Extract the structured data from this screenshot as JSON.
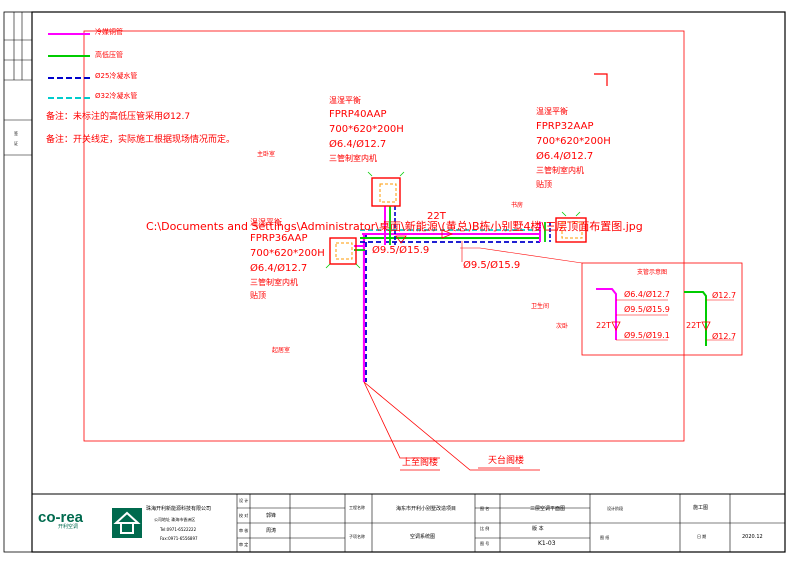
{
  "legend": {
    "items": [
      {
        "label": "冷媒铜管",
        "color": "#ff00ff",
        "style": "solid"
      },
      {
        "label": "高低压管",
        "color": "#00cc00",
        "style": "solid"
      },
      {
        "label": "Ø25冷凝水管",
        "color": "#0000cc",
        "style": "dashed"
      },
      {
        "label": "Ø32冷凝水管",
        "color": "#00cccc",
        "style": "dashed"
      }
    ],
    "note1": "备注：未标注的高低压管采用Ø12.7",
    "note2": "备注：开关线定，实际施工根据现场情况而定。"
  },
  "units": {
    "unit_a": {
      "name": "温湿平衡",
      "model": "FPRP40AAP",
      "size": "700*620*200H",
      "pipe": "Ø6.4/Ø12.7",
      "type": "三管制室内机"
    },
    "unit_b": {
      "name": "温湿平衡",
      "model": "FPRP32AAP",
      "size": "700*620*200H",
      "pipe": "Ø6.4/Ø12.7",
      "type": "三管制室内机",
      "mount": "贴顶"
    },
    "unit_c": {
      "name": "温湿平衡",
      "model": "FPRP36AAP",
      "size": "700*620*200H",
      "pipe": "Ø6.4/Ø12.7",
      "type": "三管制室内机",
      "mount": "贴顶"
    }
  },
  "overlay_path": "C:\\Documents and Settings\\Administrator\\桌面\\新能源\\(黄总)B栋小别墅4楼\\三层顶面布置图.jpg",
  "labels": {
    "t22_a": "22T",
    "pipe_main": "Ø9.5/Ø15.9",
    "pipe_branch": "Ø9.5/Ø15.9",
    "room_left": "主卧室",
    "room_top": "书房",
    "room_right1": "卫生间",
    "room_right2": "次卧",
    "room_bottom": "起居室"
  },
  "detail": {
    "title": "支管示意图",
    "left": [
      "Ø6.4/Ø12.7",
      "Ø9.5/Ø15.9",
      "Ø9.5/Ø19.1"
    ],
    "left_t": "22T",
    "right": [
      "Ø12.7",
      "Ø12.7"
    ],
    "right_t": "22T"
  },
  "callouts": {
    "up": "上至阁楼",
    "down": "天台阁楼"
  },
  "title_block": {
    "logo": "co-rea",
    "logo_sub": "开利空调",
    "company": "珠海开利新能源科技有限公司",
    "addr": "公司地址 珠海市香洲区",
    "tel": "Tel:0971-6522222",
    "fax": "Fax:0971-6556897",
    "rows_left": [
      "设 计",
      "校 对",
      "审 核",
      "审 定"
    ],
    "designer": "郭锋",
    "checker": "周涛",
    "project_lbl": "工程名称",
    "project": "海东市开利小别墅改造项目",
    "sub_lbl": "子项名称",
    "sub": "空调系统图",
    "drawing_lbl": "图 名",
    "drawing": "三层空调平面图",
    "no_lbl": "图 号",
    "no": "K1-03",
    "scale_lbl": "比 例",
    "sheet_lbl": "图 纸",
    "phase_lbl": "设计阶段",
    "phase": "施工图",
    "date_lbl": "日 期",
    "date": "2020.12",
    "stamp": "版 本"
  },
  "side_marks": [
    "签",
    "证"
  ]
}
